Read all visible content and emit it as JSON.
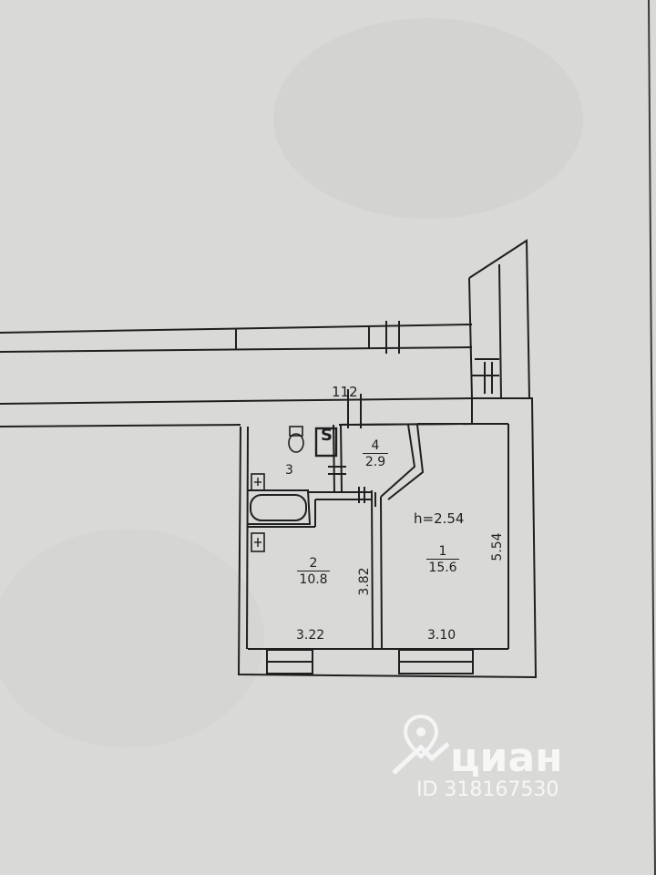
{
  "plan": {
    "wall_label": "112",
    "ceiling_height": "h=2.54",
    "rooms": [
      {
        "number": "1",
        "area": "15.6"
      },
      {
        "number": "2",
        "area": "10.8"
      },
      {
        "number": "3"
      },
      {
        "number": "4",
        "area": "2.9"
      }
    ],
    "dimensions": {
      "room1_width": "3.10",
      "room1_length": "5.54",
      "room2_width": "3.22",
      "room2_length": "3.82"
    },
    "bathroom_mark": "S"
  },
  "watermark": {
    "brand": "циан",
    "id_text": "ID 318167530"
  },
  "colors": {
    "paper": "#d9dad7",
    "ink": "#1e1f1f",
    "watermark": "#ffffff"
  }
}
